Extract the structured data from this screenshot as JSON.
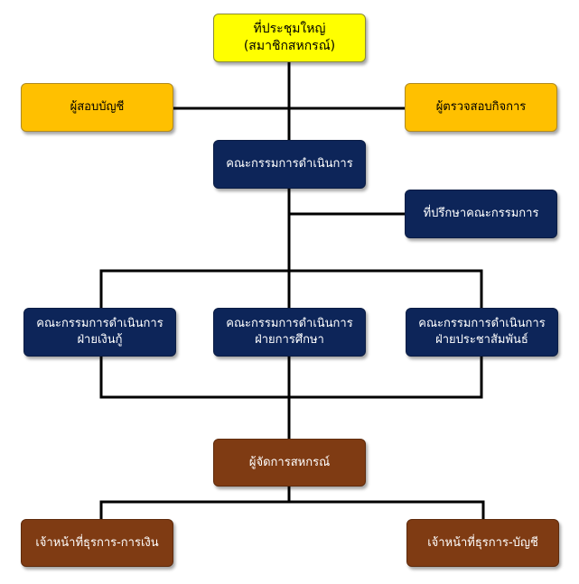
{
  "colors": {
    "assembly": "#ffff00",
    "auditors": "#ffc000",
    "committee": "#0d2559",
    "management": "#7f3b13",
    "connector": "#000000"
  },
  "nodes": {
    "assembly": "ที่ประชุมใหญ่\n(สมาชิกสหกรณ์)",
    "auditor": "ผู้สอบบัญชี",
    "inspector": "ผู้ตรวจสอบกิจการ",
    "board": "คณะกรรมการดำเนินการ",
    "advisor": "ที่ปรึกษาคณะกรรมการ",
    "loan_committee": "คณะกรรมการดำเนินการ\nฝ่ายเงินกู้",
    "education_committee": "คณะกรรมการดำเนินการ\nฝ่ายการศึกษา",
    "pr_committee": "คณะกรรมการดำเนินการ\nฝ่ายประชาสัมพันธ์",
    "manager": "ผู้จัดการสหกรณ์",
    "finance_officer": "เจ้าหน้าที่ธุรการ-การเงิน",
    "accounting_officer": "เจ้าหน้าที่ธุรการ-บัญชี"
  }
}
